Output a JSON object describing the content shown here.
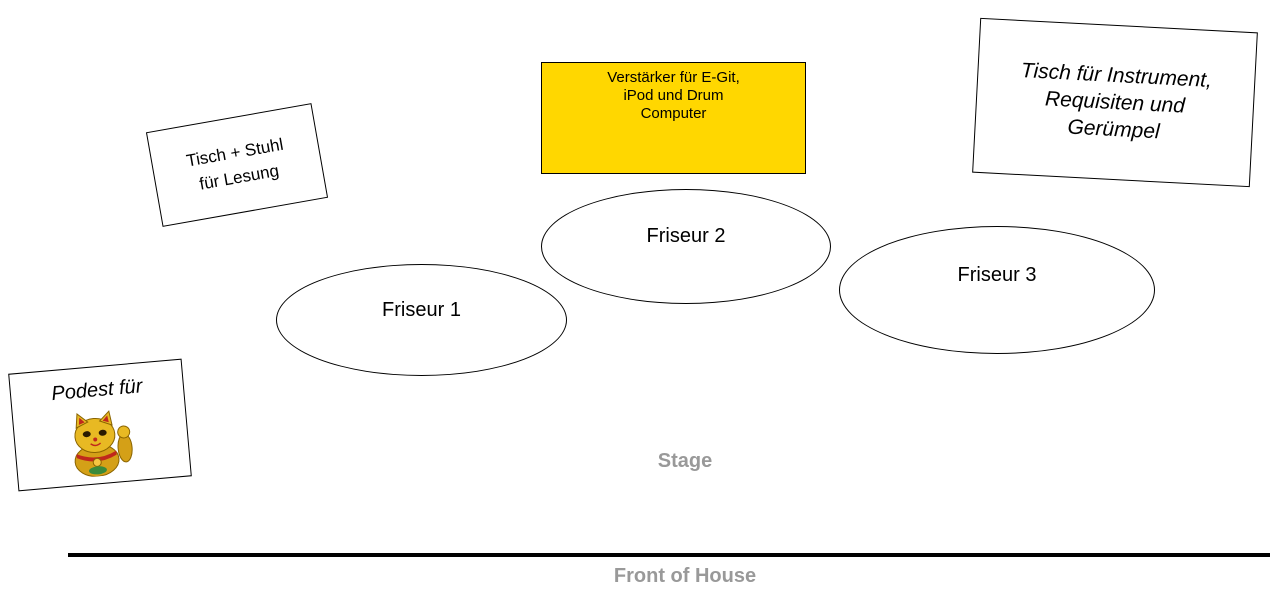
{
  "stage_plan": {
    "table_chair": {
      "line1": "Tisch + Stuhl",
      "line2": "für Lesung"
    },
    "amplifier": {
      "line1": "Verstärker für E-Git,",
      "line2": "iPod und Drum",
      "line3": "Computer",
      "color": "#ffd700"
    },
    "instrument_table": {
      "line1": "Tisch für Instrument,",
      "line2": "Requisiten und",
      "line3": "Gerümpel"
    },
    "podest": {
      "label": "Podest für",
      "icon": "lucky-cat-icon"
    },
    "friseur_1": "Friseur 1",
    "friseur_2": "Friseur 2",
    "friseur_3": "Friseur 3",
    "stage_label": "Stage",
    "front_of_house_label": "Front of House",
    "caption_color": "#999999"
  }
}
